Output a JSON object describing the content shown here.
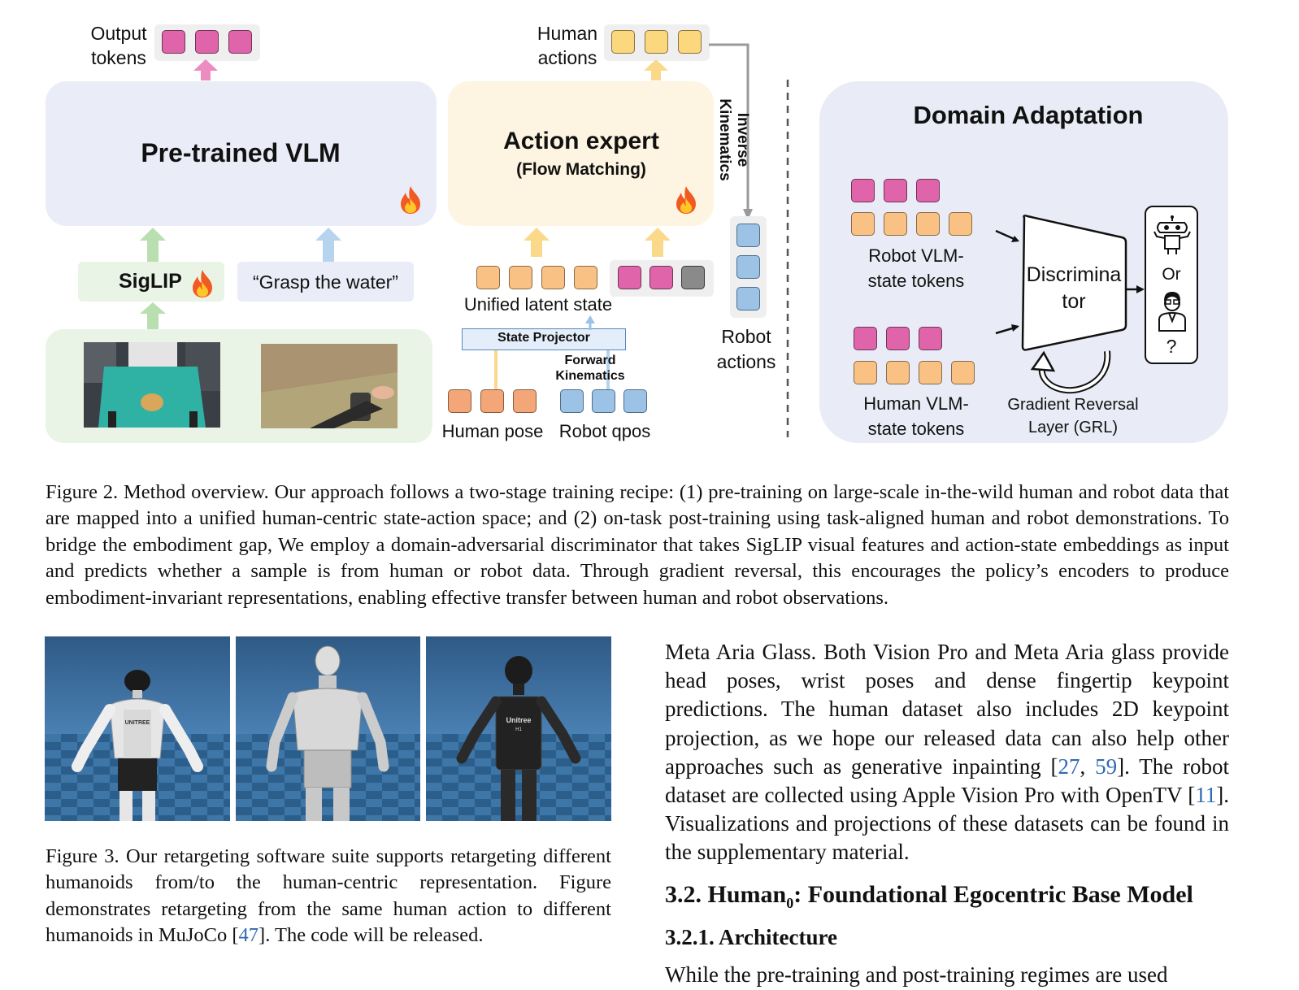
{
  "figure2": {
    "output_tokens_label_line1": "Output",
    "output_tokens_label_line2": "tokens",
    "human_actions_label_line1": "Human",
    "human_actions_label_line2": "actions",
    "vlm_title": "Pre-trained VLM",
    "action_expert_title": "Action expert",
    "action_expert_subtitle": "(Flow Matching)",
    "inverse_kinematics_line1": "Inverse",
    "inverse_kinematics_line2": "Kinematics",
    "siglip_label": "SigLIP",
    "instruction_text": "“Grasp the water”",
    "unified_latent_state": "Unified latent state",
    "state_projector": "State Projector",
    "forward_kinematics_line1": "Forward",
    "forward_kinematics_line2": "Kinematics",
    "human_pose": "Human pose",
    "robot_qpos": "Robot qpos",
    "robot_actions_line1": "Robot",
    "robot_actions_line2": "actions",
    "domain_adaptation_title": "Domain Adaptation",
    "robot_tokens_line1": "Robot VLM-",
    "robot_tokens_line2": "state tokens",
    "human_tokens_line1": "Human VLM-",
    "human_tokens_line2": "state tokens",
    "discriminator_line1": "Discrimina",
    "discriminator_line2": "tor",
    "or_text": "Or",
    "question_mark": "?",
    "grl_line1": "Gradient Reversal",
    "grl_line2": "Layer (GRL)",
    "fire_icon": "fire-icon",
    "robot_head_icon": "robot-head-icon",
    "human_person_icon": "human-person-icon",
    "colors": {
      "token_pink": "#e064aa",
      "token_yellow": "#fbd77e",
      "token_orange": "#f9c183",
      "token_blue": "#9cc2e6",
      "vlm_panel": "#eaedf7",
      "action_panel": "#fdf5e1",
      "siglip_panel": "#e9f4e6",
      "domain_panel": "#e9ecf6",
      "arrow_green": "#b9dfb0",
      "arrow_blue": "#b7d4ee",
      "arrow_pink": "#ec8cc0",
      "arrow_yellow": "#fbd98a",
      "citation_blue": "#2f6ab3"
    }
  },
  "figure2_caption": "Figure 2.  Method overview.  Our approach follows a two-stage training recipe: (1) pre-training on large-scale in-the-wild human and robot data that are mapped into a unified human-centric state-action space; and (2) on-task post-training using task-aligned human and robot demonstrations. To bridge the embodiment gap, We employ a domain-adversarial discriminator that takes SigLIP visual features and action-state embeddings as input and predicts whether a sample is from human or robot data. Through gradient reversal, this encourages the policy’s encoders to produce embodiment-invariant representations, enabling effective transfer between human and robot observations.",
  "figure3": {
    "robot1_chest_text": "UNITREE",
    "robot3_chest_text_line1": "Unitree",
    "robot3_chest_text_line2": "H1",
    "caption_part1": "Figure 3.  Our retargeting software suite supports retargeting different humanoids from/to the human-centric representation.  Figure demonstrates retargeting from the same human action to different humanoids in MuJoCo [",
    "caption_cite": "47",
    "caption_part2": "]. The code will be released."
  },
  "body_text": {
    "p1_a": "Meta Aria Glass.  Both Vision Pro and Meta Aria glass provide head poses, wrist poses and dense fingertip keypoint predictions. The human dataset also includes 2D keypoint projection, as we hope our released data can also help other approaches such as generative inpainting [",
    "p1_cite1": "27",
    "p1_sep": ", ",
    "p1_cite2": "59",
    "p1_b": "]. The robot dataset are collected using Apple Vision Pro with OpenTV [",
    "p1_cite3": "11",
    "p1_c": "]. Visualizations and projections of these datasets can be found in the supplementary material.",
    "section_heading_prefix": "3.2. Human",
    "section_heading_sub": "0",
    "section_heading_suffix": ": Foundational Egocentric Base Model",
    "subsection_heading": "3.2.1. Architecture",
    "cutoff_line": "While the pre-training and post-training regimes are used"
  }
}
